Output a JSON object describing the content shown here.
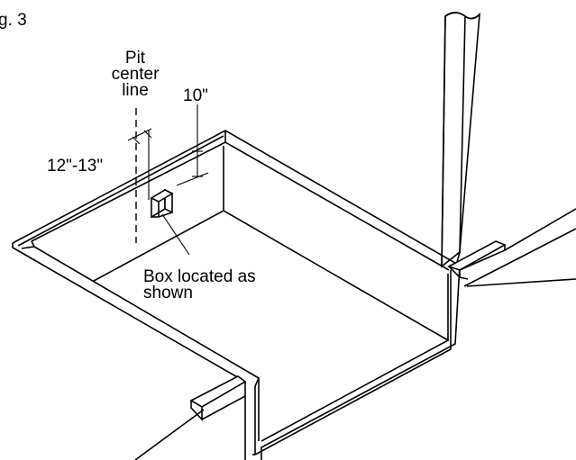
{
  "figure": {
    "fig_label": "g. 3",
    "pit_label_lines": [
      "Pit",
      "center",
      "line"
    ],
    "dim_top": "10\"",
    "dim_side": "12\"-13\"",
    "box_label_lines": [
      "Box located as",
      "shown"
    ]
  }
}
